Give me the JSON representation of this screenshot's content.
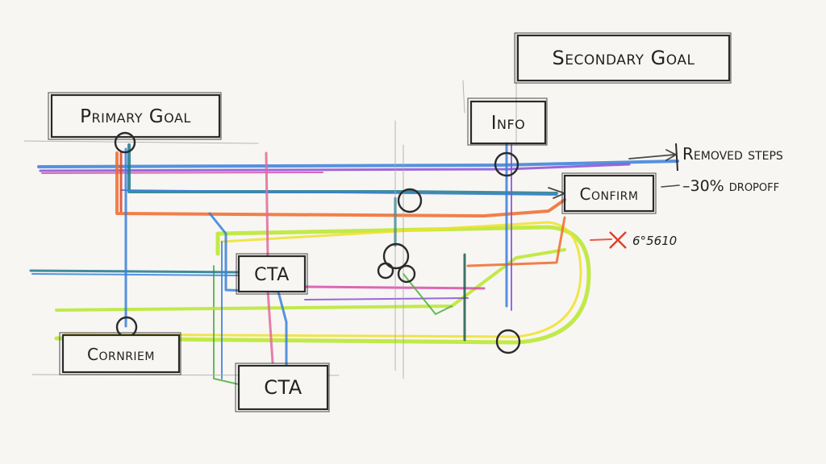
{
  "boxes": {
    "primary_goal": "Primary Goal",
    "secondary_goal": "Secondary Goal",
    "info": "Info",
    "confirm": "Confirm",
    "cta_top": "CTA",
    "cta_bottom": "CTA",
    "cornriem": "Cornriem"
  },
  "notes": {
    "removed_steps": "Removed steps",
    "dropoff": "–30% dropoff",
    "crossed_out": "6°5610"
  },
  "colors": {
    "blue": "#3a7fd9",
    "purple": "#8a4fd6",
    "magenta": "#d64fa8",
    "orange": "#f06a2a",
    "red": "#e0402a",
    "lime": "#b8e62a",
    "yellow": "#f0e02a",
    "teal": "#1f7a8c",
    "green": "#4caf3a",
    "dark": "#2a2a2a"
  }
}
